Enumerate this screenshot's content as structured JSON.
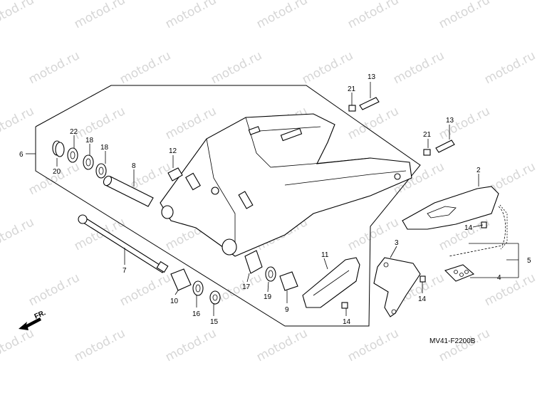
{
  "diagram": {
    "watermark_text": "motod.ru",
    "drawing_code": "MV41-F2200B",
    "direction_label": "FR.",
    "callouts": [
      "13",
      "21",
      "13",
      "21",
      "22",
      "18",
      "18",
      "6",
      "12",
      "8",
      "20",
      "2",
      "14",
      "7",
      "11",
      "3",
      "5",
      "4",
      "17",
      "19",
      "9",
      "10",
      "16",
      "15",
      "14",
      "14"
    ]
  }
}
